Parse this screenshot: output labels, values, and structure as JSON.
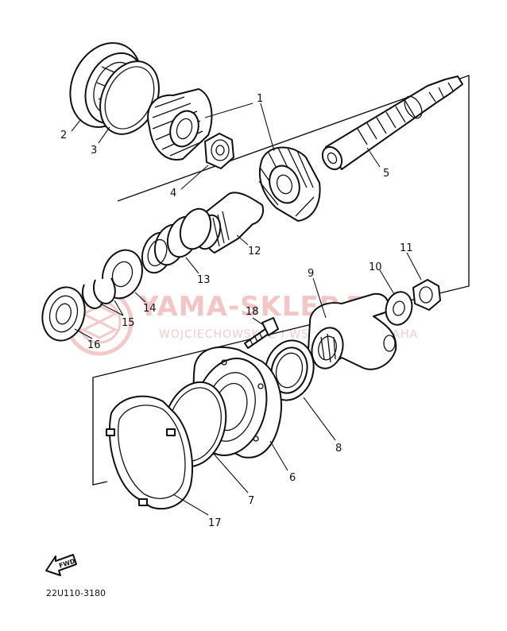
{
  "watermark": {
    "title": "YAMA-SKLEP.PL",
    "subtitle": "WOJCIECHOWSKI Z I WSPÓLNICY YAMAHA"
  },
  "diagram_code": "22U110-3180",
  "fwd_label": "FWD",
  "callouts": [
    {
      "id": "1",
      "label": "1"
    },
    {
      "id": "2",
      "label": "2"
    },
    {
      "id": "3",
      "label": "3"
    },
    {
      "id": "4",
      "label": "4"
    },
    {
      "id": "5",
      "label": "5"
    },
    {
      "id": "6",
      "label": "6"
    },
    {
      "id": "7",
      "label": "7"
    },
    {
      "id": "8",
      "label": "8"
    },
    {
      "id": "9",
      "label": "9"
    },
    {
      "id": "10",
      "label": "10"
    },
    {
      "id": "11",
      "label": "11"
    },
    {
      "id": "12",
      "label": "12"
    },
    {
      "id": "13",
      "label": "13"
    },
    {
      "id": "14",
      "label": "14"
    },
    {
      "id": "15",
      "label": "15"
    },
    {
      "id": "16",
      "label": "16"
    },
    {
      "id": "17",
      "label": "17"
    },
    {
      "id": "18",
      "label": "18"
    }
  ],
  "colors": {
    "line": "#111111",
    "watermark": "#f2c6c6"
  }
}
